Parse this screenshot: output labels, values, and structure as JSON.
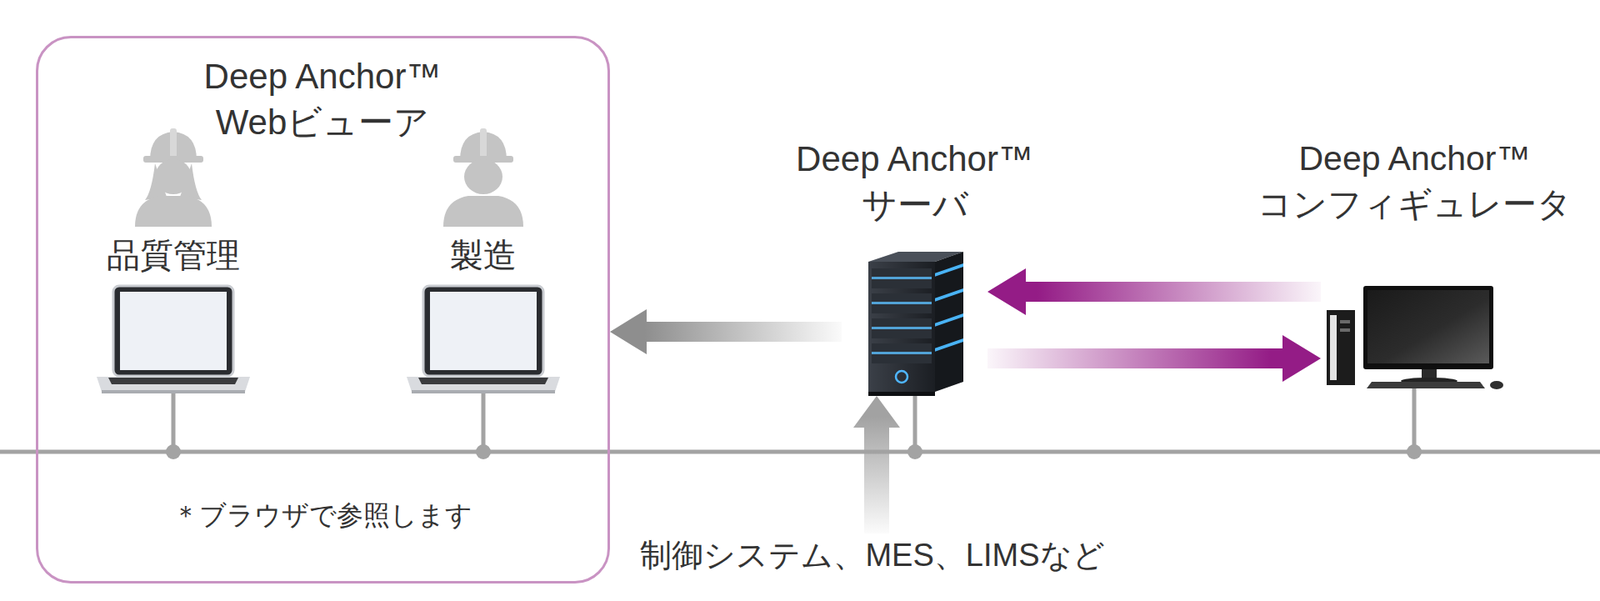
{
  "diagram": {
    "nodes": [
      {
        "text": [
          "Deep Anchor™ Webビューア",
          "＊ブラウザで参照します"
        ]
      },
      {
        "text": [
          "品質管理"
        ],
        "in": 0
      },
      {
        "text": [
          "製造"
        ],
        "in": 0
      },
      {
        "text": [
          "Deep Anchor™ サーバ"
        ]
      },
      {
        "text": [
          "Deep Anchor™ コンフィギュレータ"
        ]
      },
      {
        "text": [
          "制御システム、MES、LIMSなど"
        ]
      }
    ],
    "edges": [
      {
        "from": 3,
        "to": 0,
        "arrow": "to"
      },
      {
        "from": 4,
        "to": 3,
        "arrow": "to"
      },
      {
        "from": 3,
        "to": 4,
        "arrow": "to"
      },
      {
        "from": 5,
        "to": 3,
        "arrow": "to"
      }
    ]
  }
}
